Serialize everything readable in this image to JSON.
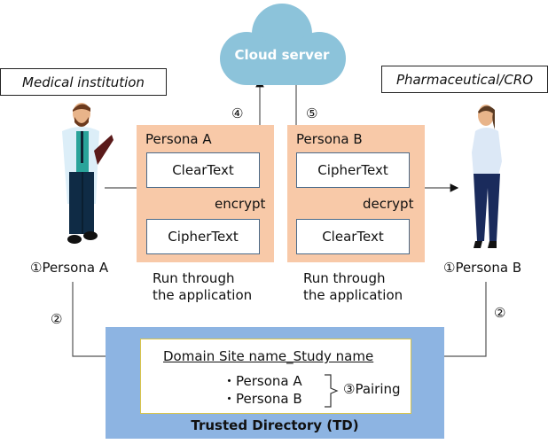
{
  "cloud": {
    "label": "Cloud server",
    "color": "#8cc3da"
  },
  "organizations": {
    "left": "Medical institution",
    "right": "Pharmaceutical/CRO"
  },
  "actors": {
    "left": {
      "label": "①Persona A",
      "icon": "doctor-figure"
    },
    "right": {
      "label": "①Persona B",
      "icon": "businesswoman-figure"
    }
  },
  "steps": {
    "upload": "④",
    "download": "⑤",
    "register_left": "②",
    "register_right": "②"
  },
  "panels": {
    "a": {
      "title": "Persona A",
      "top_box": "ClearText",
      "operation": "encrypt",
      "bottom_box": "CipherText",
      "caption_line1": "Run through",
      "caption_line2": "the application"
    },
    "b": {
      "title": "Persona B",
      "top_box": "CipherText",
      "operation": "decrypt",
      "bottom_box": "ClearText",
      "caption_line1": "Run through",
      "caption_line2": "the application"
    }
  },
  "trusted_directory": {
    "title": "Trusted Directory (TD)",
    "domain": "Domain Site name_Study name",
    "members": [
      "・Persona A",
      "・Persona B"
    ],
    "pairing": "③Pairing",
    "color": "#8db4e2"
  },
  "colors": {
    "panel": "#f8c9a8",
    "box_border": "#4a6a8a"
  }
}
